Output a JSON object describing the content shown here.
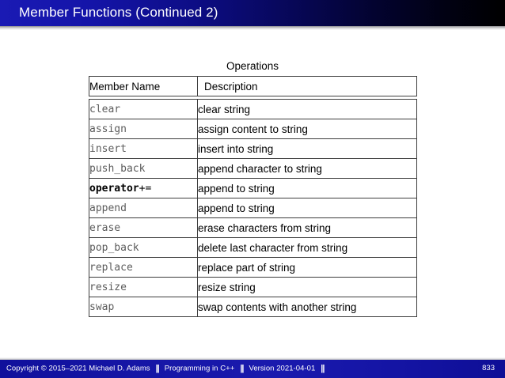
{
  "slide": {
    "title": "Member Functions (Continued 2)",
    "title_bar_color_start": "#1a1ab4",
    "title_bar_color_end": "#000000"
  },
  "table": {
    "caption": "Operations",
    "columns": [
      "Member Name",
      "Description"
    ],
    "rows": [
      {
        "member": "clear",
        "member_suffix": "",
        "bold": false,
        "description": "clear string"
      },
      {
        "member": "assign",
        "member_suffix": "",
        "bold": false,
        "description": "assign content to string"
      },
      {
        "member": "insert",
        "member_suffix": "",
        "bold": false,
        "description": "insert into string"
      },
      {
        "member": "push_back",
        "member_suffix": "",
        "bold": false,
        "description": "append character to string"
      },
      {
        "member": "operator",
        "member_suffix": "+=",
        "bold": true,
        "description": "append to string"
      },
      {
        "member": "append",
        "member_suffix": "",
        "bold": false,
        "description": "append to string"
      },
      {
        "member": "erase",
        "member_suffix": "",
        "bold": false,
        "description": "erase characters from string"
      },
      {
        "member": "pop_back",
        "member_suffix": "",
        "bold": false,
        "description": "delete last character from string"
      },
      {
        "member": "replace",
        "member_suffix": "",
        "bold": false,
        "description": "replace part of string"
      },
      {
        "member": "resize",
        "member_suffix": "",
        "bold": false,
        "description": "resize string"
      },
      {
        "member": "swap",
        "member_suffix": "",
        "bold": false,
        "description": "swap contents with another string"
      }
    ]
  },
  "footer": {
    "copyright": "Copyright © 2015–2021 Michael D. Adams",
    "separator": "||",
    "course": "Programming in C++",
    "version": "Version 2021-04-01",
    "page_number": "833",
    "background_color": "#1a1aae"
  }
}
